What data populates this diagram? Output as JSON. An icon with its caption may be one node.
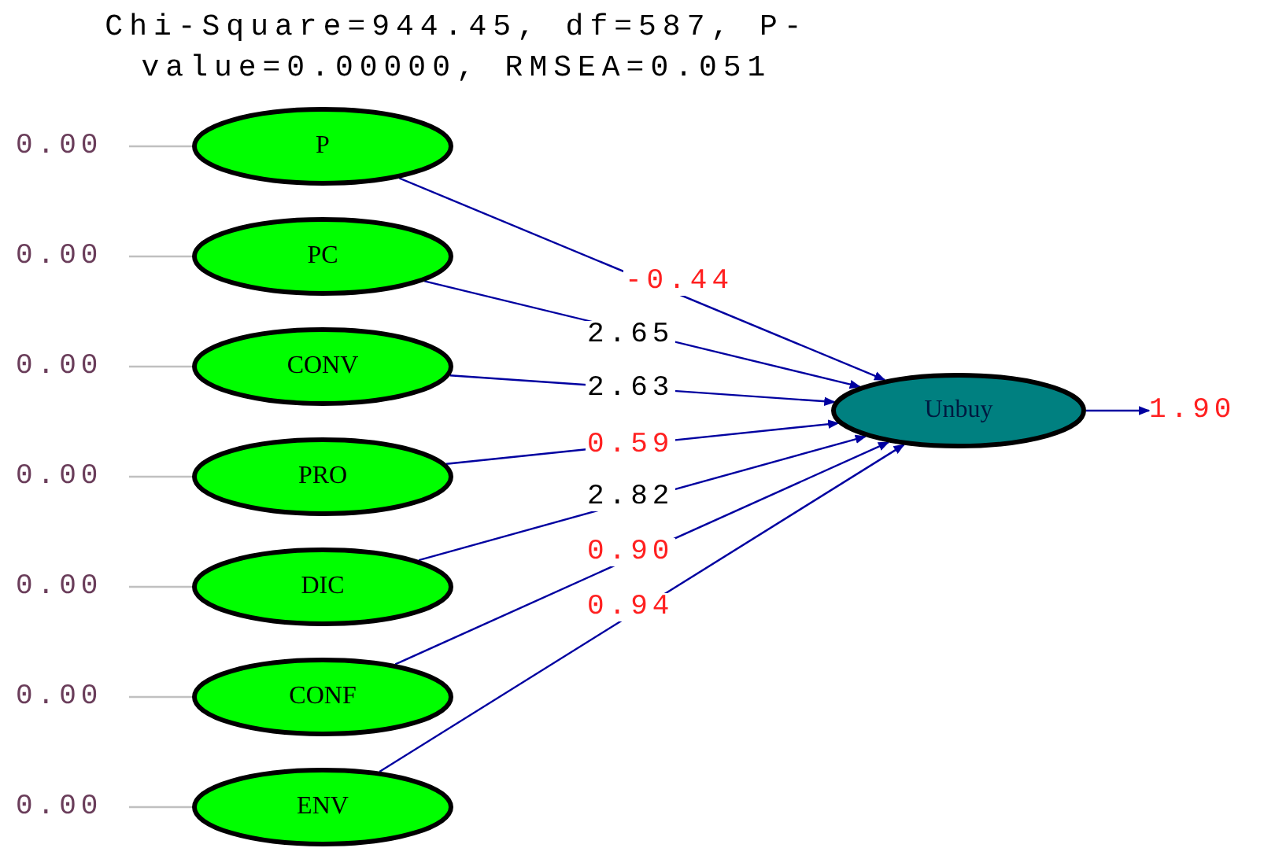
{
  "diagram": {
    "title": "Chi-Square=944.45, df=587, P-value=0.00000, RMSEA=0.051",
    "nodes": [
      {
        "text": [
          "P"
        ]
      },
      {
        "text": [
          "PC"
        ]
      },
      {
        "text": [
          "CONV"
        ]
      },
      {
        "text": [
          "PRO"
        ]
      },
      {
        "text": [
          "DIC"
        ]
      },
      {
        "text": [
          "CONF"
        ]
      },
      {
        "text": [
          "ENV"
        ]
      },
      {
        "text": [
          "Unbuy"
        ]
      },
      {
        "text": [
          "0.00"
        ]
      },
      {
        "text": [
          "0.00"
        ]
      },
      {
        "text": [
          "0.00"
        ]
      },
      {
        "text": [
          "0.00"
        ]
      },
      {
        "text": [
          "0.00"
        ]
      },
      {
        "text": [
          "0.00"
        ]
      },
      {
        "text": [
          "0.00"
        ]
      },
      {
        "text": [
          "1.90"
        ]
      }
    ],
    "edges": [
      {
        "from": 0,
        "to": 7,
        "arrow": "to",
        "label": "-0.44"
      },
      {
        "from": 1,
        "to": 7,
        "arrow": "to",
        "label": "2.65"
      },
      {
        "from": 2,
        "to": 7,
        "arrow": "to",
        "label": "2.63"
      },
      {
        "from": 3,
        "to": 7,
        "arrow": "to",
        "label": "0.59"
      },
      {
        "from": 4,
        "to": 7,
        "arrow": "to",
        "label": "2.82"
      },
      {
        "from": 5,
        "to": 7,
        "arrow": "to",
        "label": "0.90"
      },
      {
        "from": 6,
        "to": 7,
        "arrow": "to",
        "label": "0.94"
      },
      {
        "from": 8,
        "to": 0,
        "arrow": "none",
        "color": "#c0c0c0"
      },
      {
        "from": 9,
        "to": 1,
        "arrow": "none",
        "color": "#c0c0c0"
      },
      {
        "from": 10,
        "to": 2,
        "arrow": "none",
        "color": "#c0c0c0"
      },
      {
        "from": 11,
        "to": 3,
        "arrow": "none",
        "color": "#c0c0c0"
      },
      {
        "from": 12,
        "to": 4,
        "arrow": "none",
        "color": "#c0c0c0"
      },
      {
        "from": 13,
        "to": 5,
        "arrow": "none",
        "color": "#c0c0c0"
      },
      {
        "from": 14,
        "to": 6,
        "arrow": "none",
        "color": "#c0c0c0"
      },
      {
        "from": 7,
        "to": 15,
        "arrow": "to"
      }
    ]
  }
}
